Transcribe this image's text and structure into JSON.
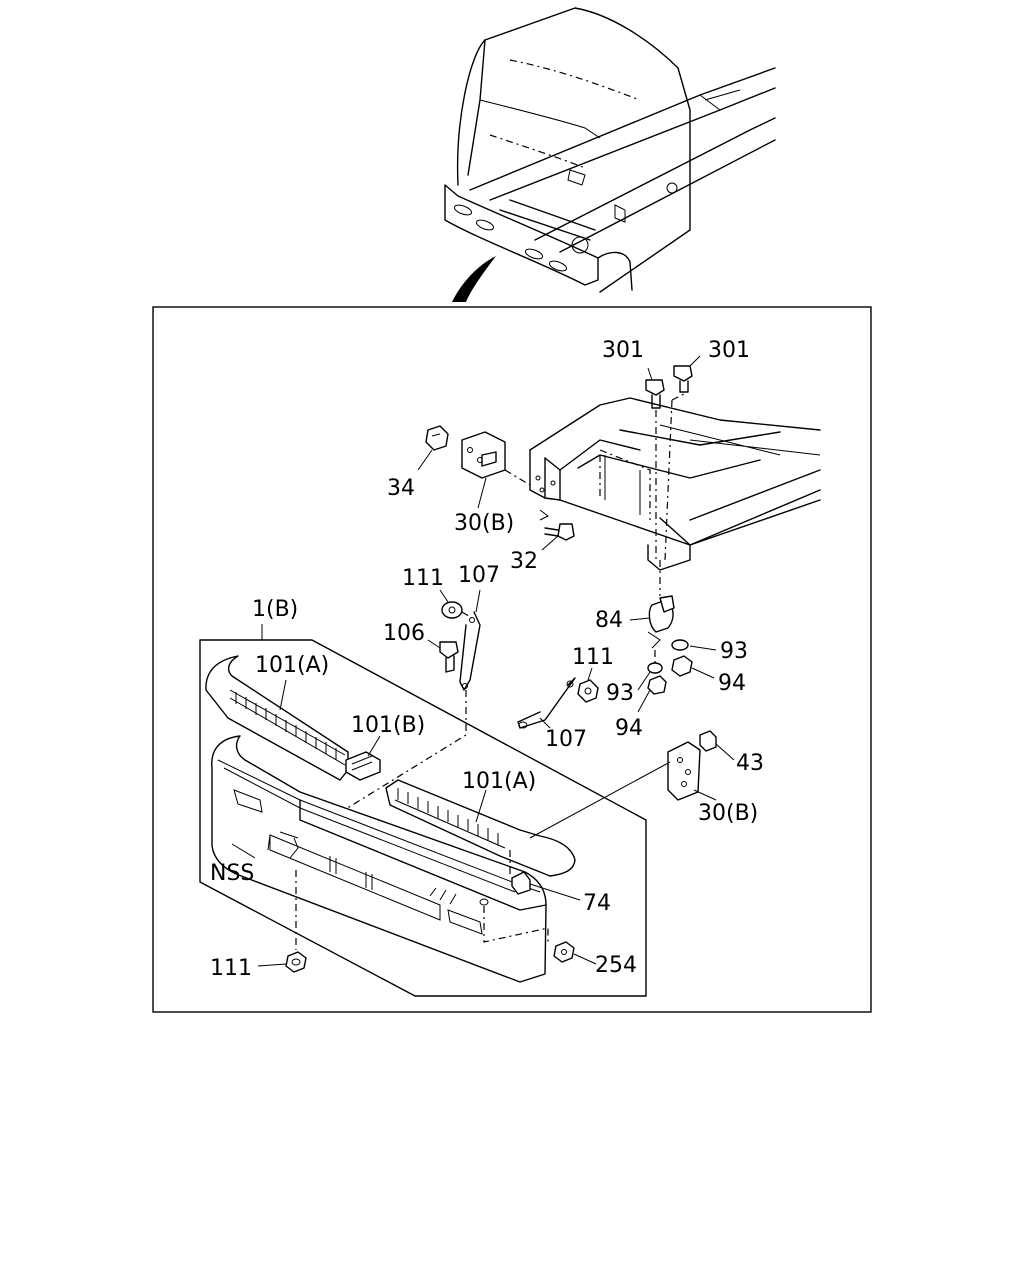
{
  "callouts": {
    "c301a": "301",
    "c301b": "301",
    "c34": "34",
    "c30b_top": "30(B)",
    "c32": "32",
    "c111_a": "111",
    "c107_a": "107",
    "c1b": "1(B)",
    "c106": "106",
    "c101a_left": "101(A)",
    "c101b": "101(B)",
    "c84": "84",
    "c93_right": "93",
    "c94_right": "94",
    "c111_b": "111",
    "c93_left": "93",
    "c94_left": "94",
    "c107_b": "107",
    "c101a_right": "101(A)",
    "c43": "43",
    "c30b_bottom": "30(B)",
    "cNSS": "NSS",
    "c74": "74",
    "c111_c": "111",
    "c254": "254"
  },
  "icons": {
    "vehicle": "truck-cab-outline-icon",
    "parts": "bumper-assembly-icon"
  }
}
